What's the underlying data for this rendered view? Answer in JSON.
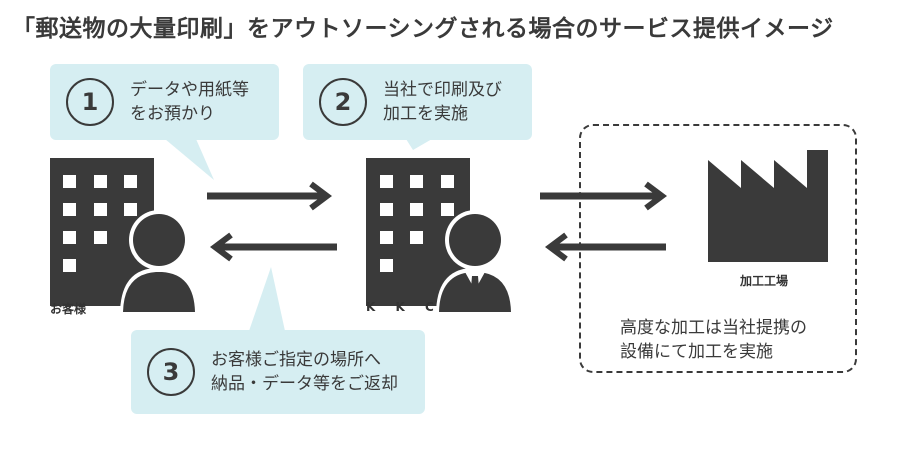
{
  "title": "「郵送物の大量印刷」をアウトソーシングされる場合のサービス提供イメージ",
  "steps": [
    {
      "number": "1",
      "line1": "データや用紙等",
      "line2": "をお預かり"
    },
    {
      "number": "2",
      "line1": "当社で印刷及び",
      "line2": "加工を実施"
    },
    {
      "number": "3",
      "line1": "お客様ご指定の場所へ",
      "line2": "納品・データ等をご返却"
    }
  ],
  "actors": {
    "customer": "お客様",
    "company": "K K C",
    "factory": "加工工場"
  },
  "factory_note": {
    "line1": "高度な加工は当社提携の",
    "line2": "設備にて加工を実施"
  },
  "colors": {
    "bubble": "#d6eef2",
    "dark": "#3a3a3a",
    "white": "#ffffff"
  }
}
